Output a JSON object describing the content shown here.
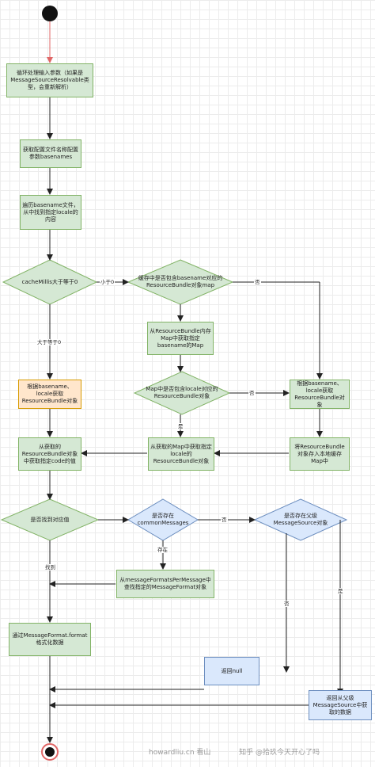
{
  "nodes": {
    "loop_params": "循环处理输入参数（如果是MessageSourceResolvable类型，会重新解析）",
    "get_basenames": "获取配置文件名称配置参数basenames",
    "iterate_basename": "遍历basename文件，从中找到指定locale的内容",
    "cache_millis": "cacheMillis大于等于0",
    "cache_has_basename": "缓存中是否包含basename对应的ResourceBundle对象map",
    "get_map_from_bundle": "从ResourceBundle内存Map中获取指定basename的Map",
    "map_has_locale": "Map中是否包含locale对应的ResourceBundle对象",
    "get_bundle_by_basename": "根据basename、locale获取ResourceBundle对象",
    "get_bundle_by_basename_2": "根据basename、locale获取ResourceBundle对象",
    "get_from_map": "从获取的Map中获取指定locale的ResourceBundle对象",
    "store_bundle": "将ResourceBundle对象存入本地缓存Map中",
    "get_code_value": "从获取的ResourceBundle对象中获取指定code的值",
    "found_value": "是否找到对应值",
    "common_messages": "是否存在commonMessages",
    "has_parent": "是否存在父级MessageSource对象",
    "find_message_format": "从messageFormatsPerMessage中查找指定的MessageFormat对象",
    "format_data": "通过MessageFormat.format格式化数据",
    "return_null": "返回null",
    "return_parent": "返回从父级MessageSource中获取的数据"
  },
  "edge_labels": {
    "less_than_0": "小于0",
    "gte_0": "大于等于0",
    "no_1": "否",
    "yes_1": "是",
    "no_2": "否",
    "exists": "存在",
    "no_3": "否",
    "found": "找到",
    "no_4": "否",
    "yes_2": "是"
  },
  "watermark": {
    "left": "howardliu.cn  看山",
    "right": "知乎 @拾玖今天开心了吗"
  },
  "colors": {
    "green_fill": "#d5e8d4",
    "green_stroke": "#82b366",
    "orange_fill": "#ffe6cc",
    "orange_stroke": "#d79b00",
    "blue_fill": "#dae8fc",
    "blue_stroke": "#6c8ebf",
    "start_arrow": "#e06666"
  }
}
